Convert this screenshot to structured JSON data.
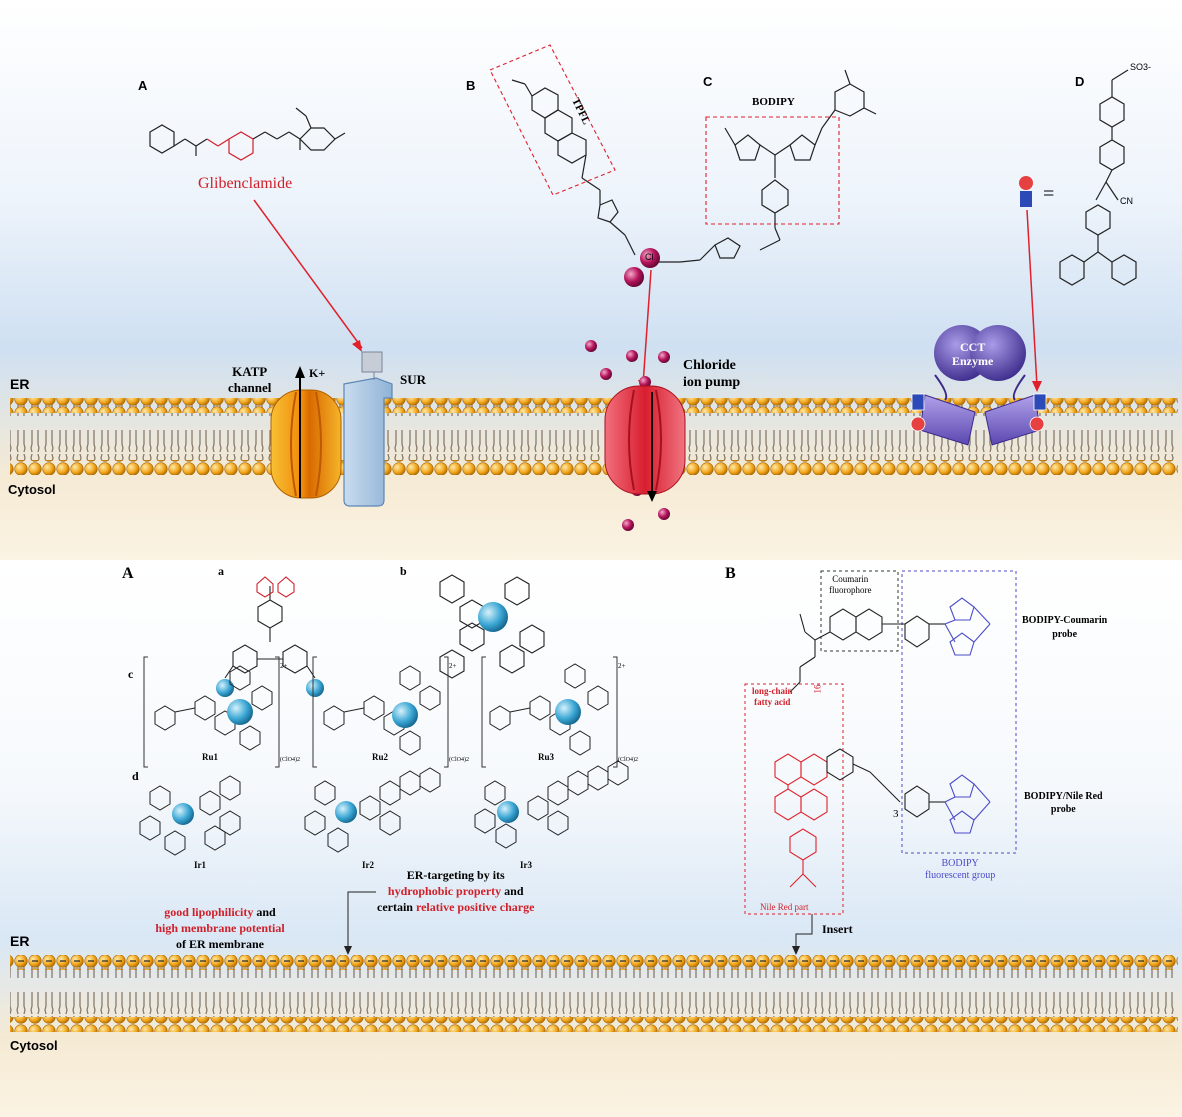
{
  "top": {
    "labels": {
      "A": "A",
      "B": "B",
      "C": "C",
      "D": "D"
    },
    "glibenclamide": "Glibenclamide",
    "tpfl": "TPFL",
    "bodipy": "BODIPY",
    "cl": "Cl",
    "chloride_pump": [
      "Chloride",
      "ion pump"
    ],
    "katp": [
      "KATP",
      "channel"
    ],
    "kplus": "K+",
    "sur": "SUR",
    "cct": [
      "CCT",
      "Enzyme"
    ],
    "er": "ER",
    "cytosol": "Cytosol",
    "equals": "=",
    "so3": "SO3-",
    "cn": "CN"
  },
  "bottom": {
    "labels": {
      "A": "A",
      "B": "B",
      "a": "a",
      "b": "b",
      "c": "c",
      "d": "d"
    },
    "ru": [
      "Ru1",
      "Ru2",
      "Ru3"
    ],
    "ir": [
      "Ir1",
      "Ir2",
      "Ir3"
    ],
    "clo4": "(ClO4)2",
    "charge": "2+",
    "coumarin": [
      "Coumarin",
      "fluorophore"
    ],
    "bodipy_coumarin": [
      "BODIPY-Coumarin",
      "probe"
    ],
    "long_chain": [
      "long-chain",
      "fatty acid"
    ],
    "chain_n": "16",
    "bodipy_nile": [
      "BODIPY/Nile Red",
      "probe"
    ],
    "bodipy_group": [
      "BODIPY",
      "fluorescent group"
    ],
    "nile_part": "Nile Red part",
    "n3": "3",
    "insert": "Insert",
    "er_targeting": {
      "line1": "ER-targeting by its",
      "line2": "hydrophobic property",
      "line2_tail": " and",
      "line3_head": "certain ",
      "line3": "relative positive charge"
    },
    "lipo": {
      "line1": "good lipophilicity",
      "line1_tail": " and",
      "line2": "high membrane potential",
      "line3": "of ER membrane"
    },
    "er": "ER",
    "cytosol": "Cytosol"
  }
}
